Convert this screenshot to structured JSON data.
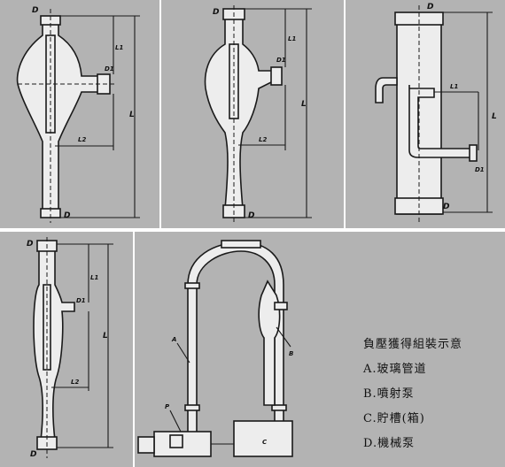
{
  "labels": {
    "D": "D",
    "D1": "D1",
    "L": "L",
    "L1": "L1",
    "L2": "L2",
    "A": "A",
    "B": "B",
    "C": "C",
    "P": "P"
  },
  "legend": {
    "title": "負壓獲得組裝示意",
    "items": [
      "A.玻璃管道",
      "B.噴射泵",
      "C.貯槽(箱)",
      "D.機械泵"
    ]
  },
  "colors": {
    "panel_bg": "#b3b3b3",
    "glass_fill": "#ededed",
    "line": "#1a1a1a"
  }
}
